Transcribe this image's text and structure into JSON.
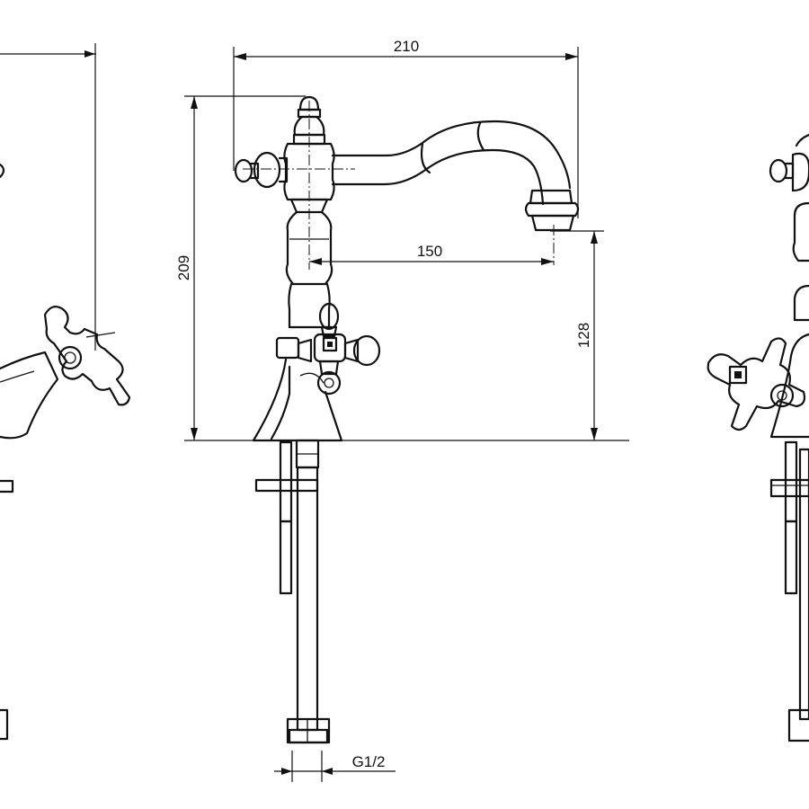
{
  "dimensions": {
    "overall_width": "210",
    "overall_height": "209",
    "spout_reach": "150",
    "spout_height": "128",
    "connection": "G1/2"
  }
}
